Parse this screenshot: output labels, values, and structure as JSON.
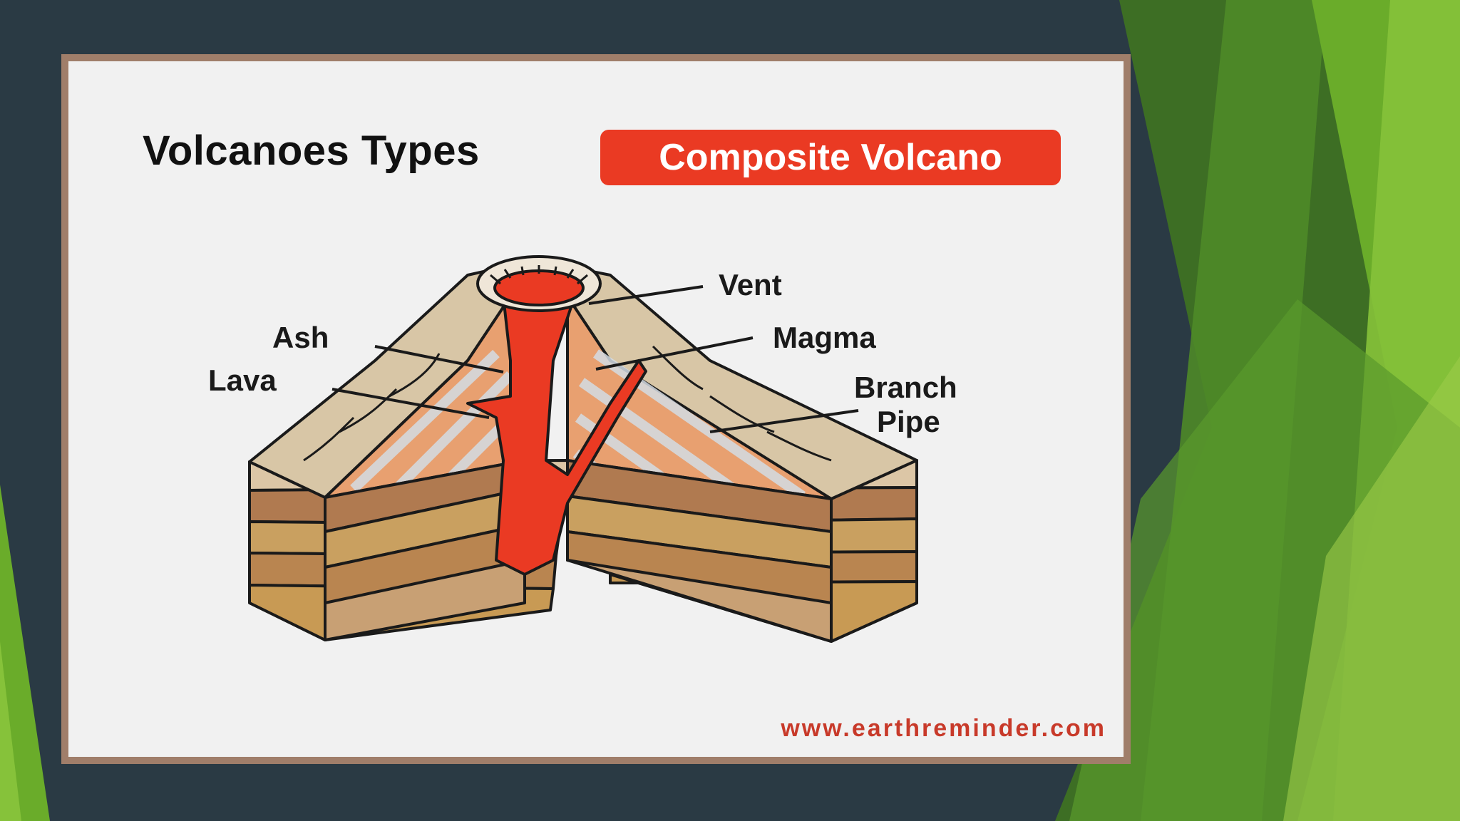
{
  "slide": {
    "title": "Volcanoes Types",
    "badge": "Composite Volcano",
    "website": "www.earthreminder.com"
  },
  "labels": {
    "vent": "Vent",
    "magma": "Magma",
    "ash": "Ash",
    "lava": "Lava",
    "branch_line1": "Branch",
    "branch_line2": "Pipe"
  },
  "colors": {
    "background": "#2a3a44",
    "accent_green": "#6aac2a",
    "badge_red": "#ea3a23",
    "magma": "#ea3a23",
    "frame": "#a07e6a",
    "website": "#c83a2a"
  }
}
